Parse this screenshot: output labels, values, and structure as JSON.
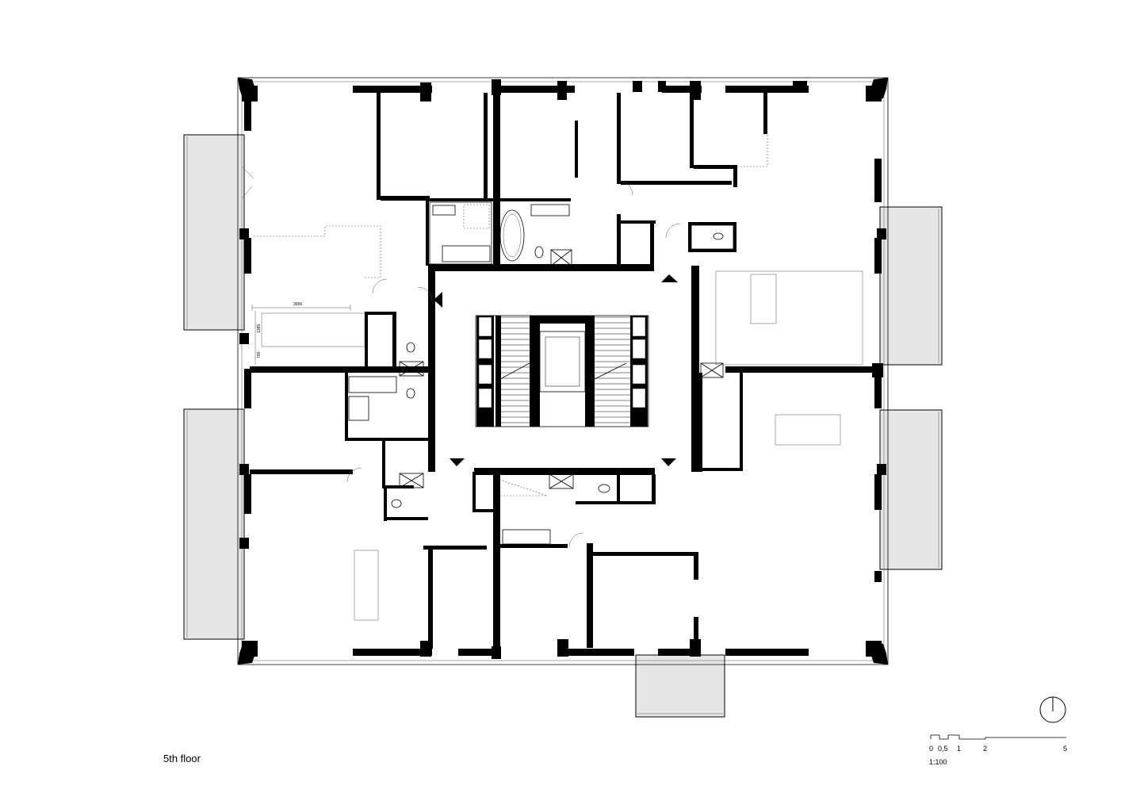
{
  "plan": {
    "title": "5th floor",
    "dimensions": [
      "3656",
      "1385",
      "700"
    ]
  },
  "scale_bar": {
    "ticks": [
      "0",
      "0,5",
      "1",
      "2",
      "5"
    ],
    "ratio": "1:100"
  },
  "colors": {
    "wall": "#000000",
    "balcony_fill": "#e6e6e6",
    "background": "#ffffff"
  }
}
